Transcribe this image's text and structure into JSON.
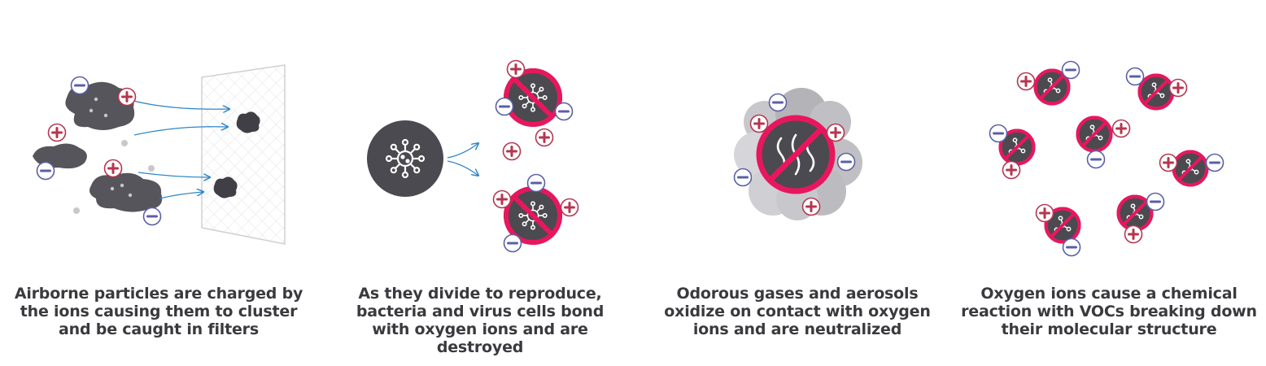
{
  "colors": {
    "dark": "#4a4a50",
    "grey": "#8a8a90",
    "light_grey": "#c8c8cc",
    "pink": "#e8175d",
    "plus": "#b5364f",
    "minus": "#5a5fa8",
    "arrow": "#2e86c7"
  },
  "panels": [
    {
      "caption": "Airborne particles are charged by the ions causing them to cluster and be caught in filters",
      "icon": "filter-particles-icon"
    },
    {
      "caption": "As they divide to reproduce, bacteria and virus cells bond with oxygen ions and are destroyed",
      "icon": "virus-icon"
    },
    {
      "caption": "Odorous gases and aerosols oxidize on contact with oxygen ions and are neutralized",
      "icon": "odor-icon"
    },
    {
      "caption": "Oxygen ions cause a chemical reaction with VOCs breaking down their molecular structure",
      "icon": "molecule-icon"
    }
  ]
}
